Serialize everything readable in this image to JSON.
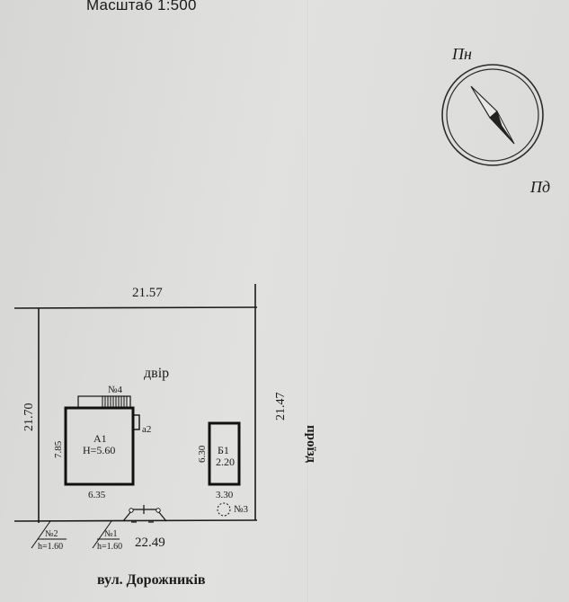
{
  "scale": {
    "title": "Масштаб 1:500"
  },
  "compass": {
    "north": "Пн",
    "south": "Пд"
  },
  "plot": {
    "yard_label": "двір",
    "top_length": "21.57",
    "left_length": "21.70",
    "right_length": "21.47",
    "bottom_length": "22.49",
    "right_side_label": "проїзд",
    "street_label": "вул. Дорожників"
  },
  "building_a1": {
    "name": "А1",
    "height": "Н=5.60",
    "width": "6.35",
    "depth": "7.85",
    "annex": "а2",
    "porch": "№4"
  },
  "building_b1": {
    "name": "Б1",
    "height": "2.20",
    "width": "3.30",
    "depth": "6.30"
  },
  "markers": {
    "m3": "№3",
    "m2": "№2",
    "m2_height": "h=1.60",
    "m1": "№1",
    "m1_height": "h=1.60"
  }
}
